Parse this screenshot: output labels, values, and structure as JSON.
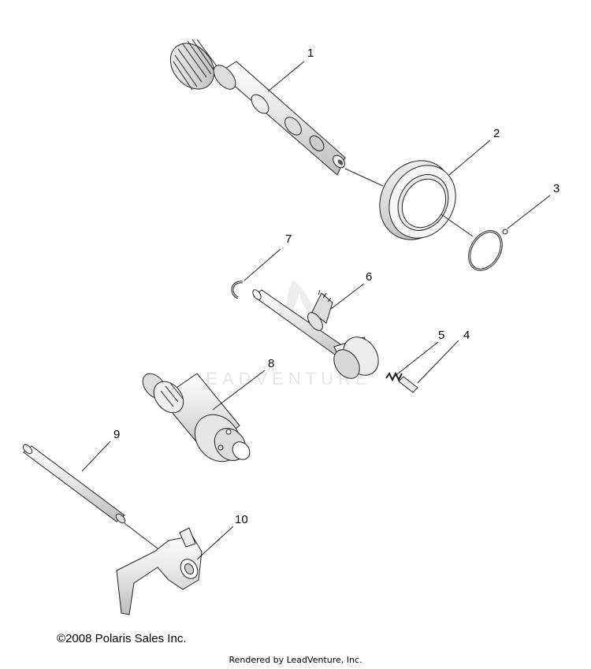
{
  "diagram": {
    "callouts": [
      "1",
      "2",
      "3",
      "4",
      "5",
      "6",
      "7",
      "8",
      "9",
      "10"
    ],
    "watermark": "LEADVENTURE"
  },
  "footer": {
    "copyright": "2008 Polaris Sales Inc.",
    "copyright_symbol": "©",
    "rendered_by": "Rendered by LeadVenture, Inc."
  }
}
